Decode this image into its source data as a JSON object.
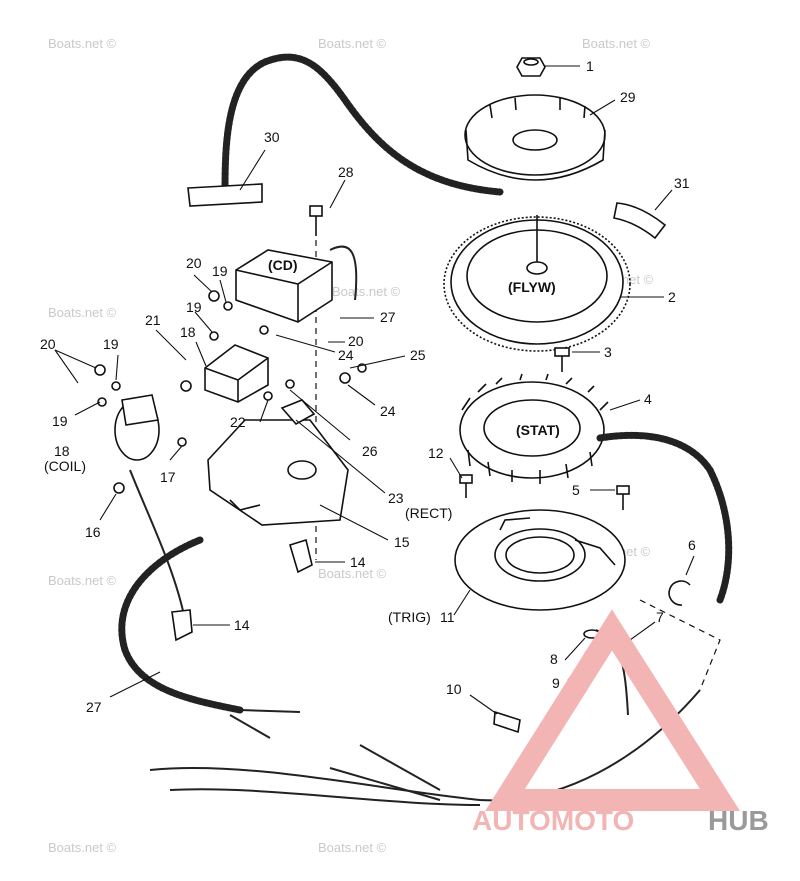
{
  "watermark_text": "Boats.net ©",
  "logo": {
    "part1": "AUTOMOTO",
    "part2": "HUB",
    "accent_color": "#f08080",
    "gray_color": "#9a9a9a"
  },
  "labels": {
    "n1": "1",
    "n2": "2",
    "n3": "3",
    "n4": "4",
    "n5": "5",
    "n6": "6",
    "n7": "7",
    "n8": "8",
    "n9": "9",
    "n10": "10",
    "n11": "11",
    "n12": "12",
    "n14a": "14",
    "n14b": "14",
    "n15": "15",
    "n16": "16",
    "n17": "17",
    "n18a": "18",
    "n18b": "18",
    "n19a": "19",
    "n19b": "19",
    "n19c": "19",
    "n19d": "19",
    "n20a": "20",
    "n20b": "20",
    "n20c": "20",
    "n21": "21",
    "n22": "22",
    "n23": "23",
    "n24a": "24",
    "n24b": "24",
    "n25": "25",
    "n26": "26",
    "n27a": "27",
    "n27b": "27",
    "n28": "28",
    "n29": "29",
    "n30": "30",
    "n31": "31"
  },
  "part_text": {
    "cd": "(CD)",
    "flyw": "(FLYW)",
    "stat": "(STAT)",
    "rect": "(RECT)",
    "trig": "(TRIG)",
    "coil": "(COIL)"
  }
}
